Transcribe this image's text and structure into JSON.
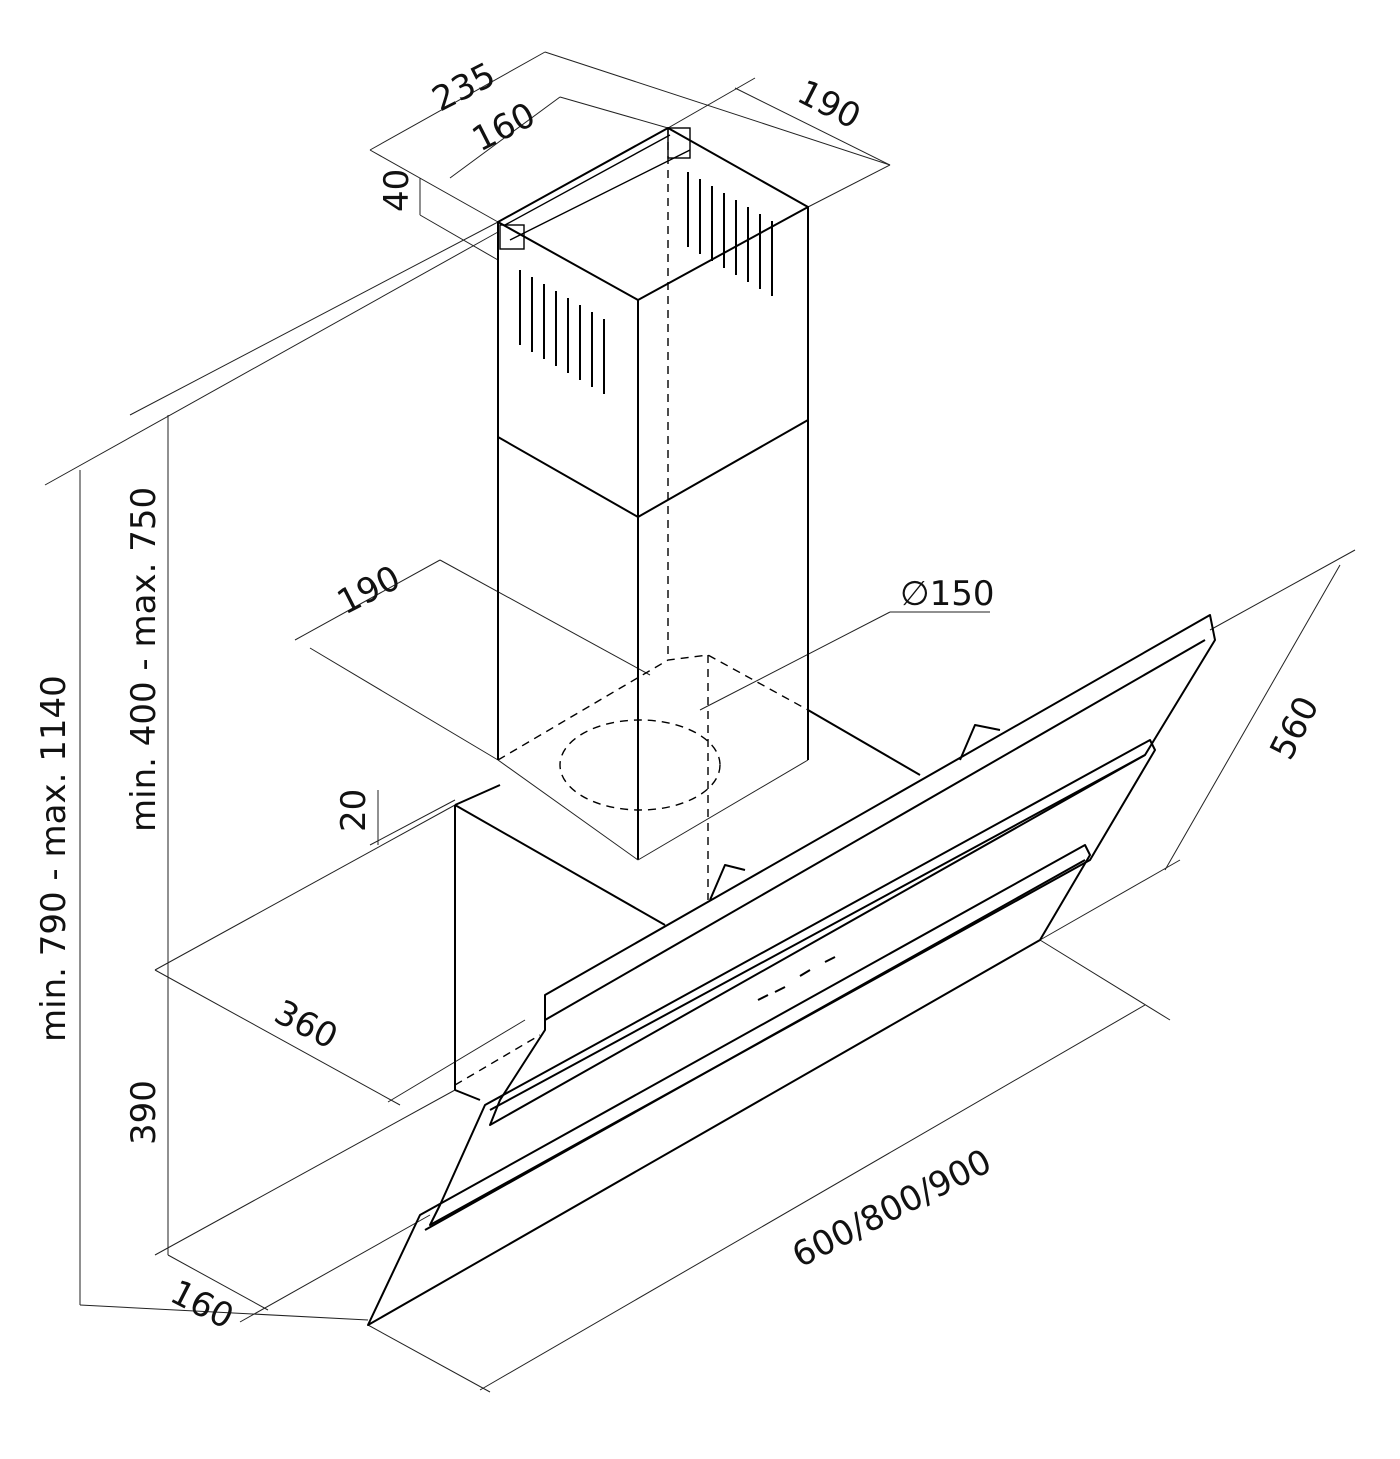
{
  "title": "Cooker hood dimension drawing",
  "dimensions": {
    "chimney_width": "235",
    "bracket_width": "160",
    "chimney_depth": "190",
    "bracket_height": "40",
    "base_depth": "190",
    "outlet_diameter": "∅150",
    "glass_depth": "560",
    "chimney_height_range": "min. 400 - max. 750",
    "total_height_range": "min. 790 - max. 1140",
    "gap": "20",
    "body_depth": "360",
    "body_height": "390",
    "bottom_depth": "160",
    "width_options": "600/800/900"
  }
}
